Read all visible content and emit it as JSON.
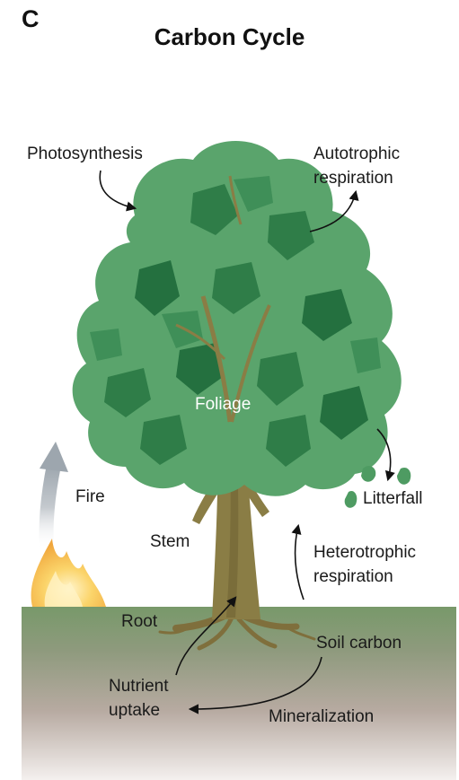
{
  "panel_letter": "C",
  "title": "Carbon Cycle",
  "labels": {
    "photosynthesis": "Photosynthesis",
    "autotrophic_1": "Autotrophic",
    "autotrophic_2": "respiration",
    "foliage": "Foliage",
    "fire": "Fire",
    "litterfall": "Litterfall",
    "stem": "Stem",
    "heterotrophic_1": "Heterotrophic",
    "heterotrophic_2": "respiration",
    "root": "Root",
    "soil_carbon": "Soil carbon",
    "nutrient_1": "Nutrient",
    "nutrient_2": "uptake",
    "mineralization": "Mineralization"
  },
  "colors": {
    "foliage_light": "#5aa46c",
    "foliage_mid": "#3f8f58",
    "foliage_dark": "#24703f",
    "trunk": "#8a7d45",
    "soil_top": "#7a9c6a",
    "soil_bottom": "#efe9e6",
    "fire_outer": "#f6c65a",
    "fire_inner": "#fff3c4",
    "smoke": "#9aa3ab"
  }
}
